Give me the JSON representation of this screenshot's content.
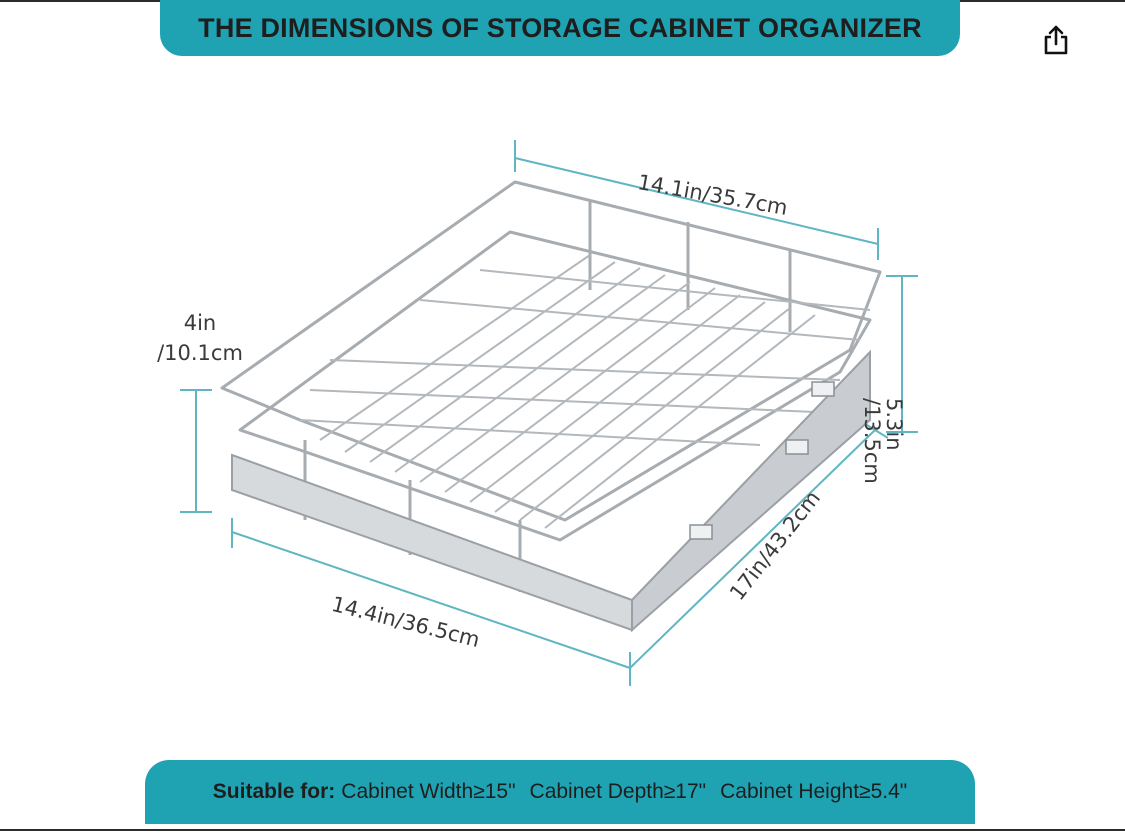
{
  "title_banner": {
    "text": "THE DIMENSIONS OF STORAGE CABINET ORGANIZER"
  },
  "share": {
    "icon": "share-icon"
  },
  "dimensions": {
    "top_width": "14.1in/35.7cm",
    "front_width": "14.4in/36.5cm",
    "depth": "17in/43.2cm",
    "left_height_line1": "4in",
    "left_height_line2": "/10.1cm",
    "right_height_line1": "5.3in",
    "right_height_line2": "/13.5cm"
  },
  "bottom_banner": {
    "lead": "Suitable for:",
    "specs": [
      "Cabinet Width≥15\"",
      "Cabinet Depth≥17\"",
      "Cabinet Height≥5.4\""
    ]
  },
  "colors": {
    "accent": "#1fa3b3",
    "dimension_line": "#5fb6c2",
    "wire": "#9aa0a6"
  }
}
